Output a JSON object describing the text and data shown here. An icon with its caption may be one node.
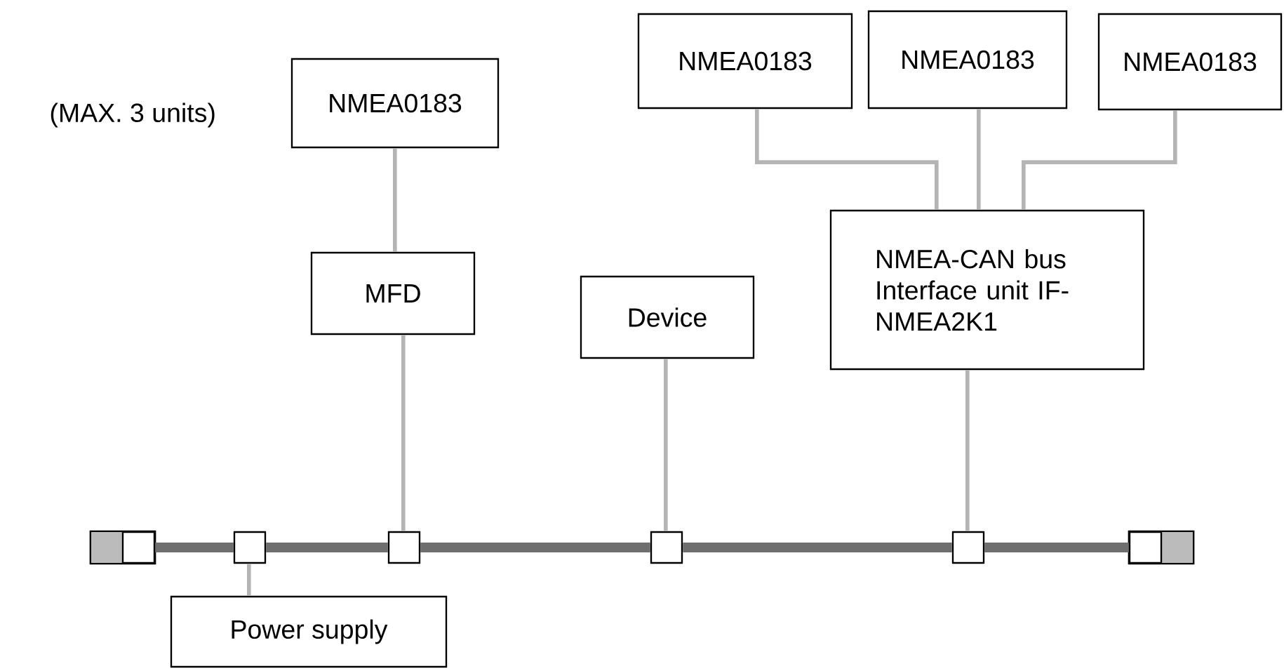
{
  "diagram": {
    "nodes": [
      {
        "text": [
          "NMEA0183"
        ]
      },
      {
        "text": [
          "NMEA0183"
        ]
      },
      {
        "text": [
          "NMEA0183"
        ]
      },
      {
        "text": [
          "NMEA0183"
        ]
      },
      {
        "text": [
          "NMEA-CAN bus Interface unit IF-NMEA2K1"
        ]
      },
      {
        "text": [
          "MFD"
        ]
      },
      {
        "text": [
          "Device"
        ]
      },
      {
        "text": [],
        "shape": "box"
      },
      {
        "text": [],
        "shape": "box"
      },
      {
        "text": [],
        "shape": "box"
      },
      {
        "text": [],
        "shape": "box"
      },
      {
        "text": [],
        "shape": "box"
      },
      {
        "text": [],
        "shape": "box"
      },
      {
        "text": [
          "Power supply"
        ]
      }
    ],
    "edges": [
      {
        "from": 0,
        "to": 5,
        "arrow": "none"
      },
      {
        "from": 1,
        "to": 4,
        "arrow": "none"
      },
      {
        "from": 2,
        "to": 4,
        "arrow": "none"
      },
      {
        "from": 3,
        "to": 4,
        "arrow": "none"
      },
      {
        "from": 5,
        "to": 9,
        "arrow": "none"
      },
      {
        "from": 6,
        "to": 10,
        "arrow": "none"
      },
      {
        "from": 4,
        "to": 11,
        "arrow": "none"
      },
      {
        "from": 8,
        "to": 13,
        "arrow": "none"
      },
      {
        "from": 7,
        "to": 8,
        "arrow": "none",
        "style": "thick",
        "color": "#6e6e6e"
      },
      {
        "from": 8,
        "to": 9,
        "arrow": "none",
        "style": "thick",
        "color": "#6e6e6e"
      },
      {
        "from": 9,
        "to": 10,
        "arrow": "none",
        "style": "thick",
        "color": "#6e6e6e"
      },
      {
        "from": 10,
        "to": 11,
        "arrow": "none",
        "style": "thick",
        "color": "#6e6e6e"
      },
      {
        "from": 11,
        "to": 12,
        "arrow": "none",
        "style": "thick",
        "color": "#6e6e6e"
      }
    ],
    "labels": [
      "(MAX. 3 units)"
    ]
  }
}
